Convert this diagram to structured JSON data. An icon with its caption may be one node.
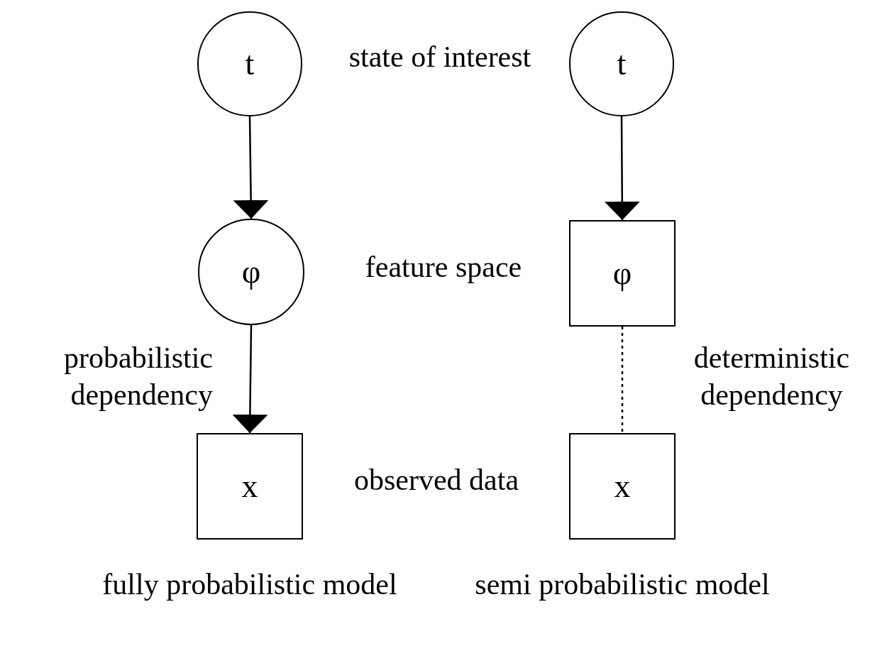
{
  "diagram": {
    "nodes": [
      {
        "text": [
          "t"
        ]
      },
      {
        "text": [
          "t"
        ]
      },
      {
        "text": [
          "φ"
        ]
      },
      {
        "text": [
          "φ"
        ]
      },
      {
        "text": [
          "x"
        ],
        "beside": [
          "fully probabilistic model"
        ]
      },
      {
        "text": [
          "x"
        ],
        "beside": [
          "semi probabilistic model"
        ]
      }
    ],
    "edges": [
      {
        "from": 0,
        "to": 2,
        "arrow": "to"
      },
      {
        "from": 1,
        "to": 3,
        "arrow": "to"
      },
      {
        "from": 2,
        "to": 4,
        "arrow": "to",
        "label": "probabilistic dependency"
      },
      {
        "from": 3,
        "to": 5,
        "arrow": "none",
        "style": "dashed",
        "label": "deterministic dependency"
      }
    ],
    "labels": [
      "state of interest",
      "feature space",
      "observed data"
    ]
  }
}
